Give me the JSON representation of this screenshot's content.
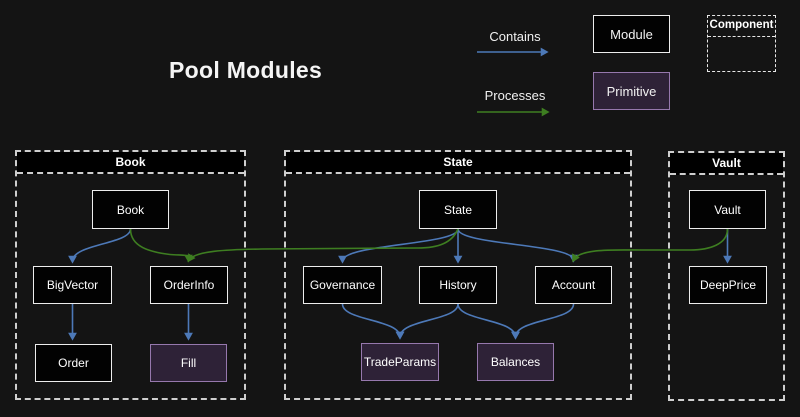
{
  "title": "Pool Modules",
  "colors": {
    "background": "#141414",
    "contains_arrow_blue": "#4d79b8",
    "processes_arrow_green": "#3e7e21",
    "module_fill": "#020202",
    "module_border": "#ededed",
    "primitive_fill": "#2e2237",
    "primitive_border": "#9678ad",
    "container_dash_border": "#cfcfcf"
  },
  "legend": {
    "contains_label": "Contains",
    "processes_label": "Processes",
    "module_label": "Module",
    "primitive_label": "Primitive",
    "component_label": "Component"
  },
  "containers": {
    "book": {
      "label": "Book",
      "nodes": {
        "book": {
          "label": "Book",
          "type": "module"
        },
        "bigvector": {
          "label": "BigVector",
          "type": "module"
        },
        "orderinfo": {
          "label": "OrderInfo",
          "type": "module"
        },
        "order": {
          "label": "Order",
          "type": "module"
        },
        "fill": {
          "label": "Fill",
          "type": "primitive"
        }
      }
    },
    "state": {
      "label": "State",
      "nodes": {
        "state": {
          "label": "State",
          "type": "module"
        },
        "governance": {
          "label": "Governance",
          "type": "module"
        },
        "history": {
          "label": "History",
          "type": "module"
        },
        "account": {
          "label": "Account",
          "type": "module"
        },
        "tradeparams": {
          "label": "TradeParams",
          "type": "primitive"
        },
        "balances": {
          "label": "Balances",
          "type": "primitive"
        }
      }
    },
    "vault": {
      "label": "Vault",
      "nodes": {
        "vault": {
          "label": "Vault",
          "type": "module"
        },
        "deepprice": {
          "label": "DeepPrice",
          "type": "module"
        }
      }
    }
  },
  "edges": [
    {
      "from": "Book",
      "to": "BigVector",
      "type": "contains"
    },
    {
      "from": "BigVector",
      "to": "Order",
      "type": "contains"
    },
    {
      "from": "OrderInfo",
      "to": "Fill",
      "type": "contains"
    },
    {
      "from": "State",
      "to": "Governance",
      "type": "contains"
    },
    {
      "from": "State",
      "to": "History",
      "type": "contains"
    },
    {
      "from": "State",
      "to": "Account",
      "type": "contains"
    },
    {
      "from": "Governance",
      "to": "TradeParams",
      "type": "contains"
    },
    {
      "from": "History",
      "to": "TradeParams",
      "type": "contains"
    },
    {
      "from": "History",
      "to": "Balances",
      "type": "contains"
    },
    {
      "from": "Account",
      "to": "Balances",
      "type": "contains"
    },
    {
      "from": "Vault",
      "to": "DeepPrice",
      "type": "contains"
    },
    {
      "from": "Book",
      "to": "OrderInfo",
      "type": "processes"
    },
    {
      "from": "State",
      "to": "OrderInfo",
      "type": "processes"
    },
    {
      "from": "Vault",
      "to": "Account",
      "type": "processes"
    }
  ]
}
